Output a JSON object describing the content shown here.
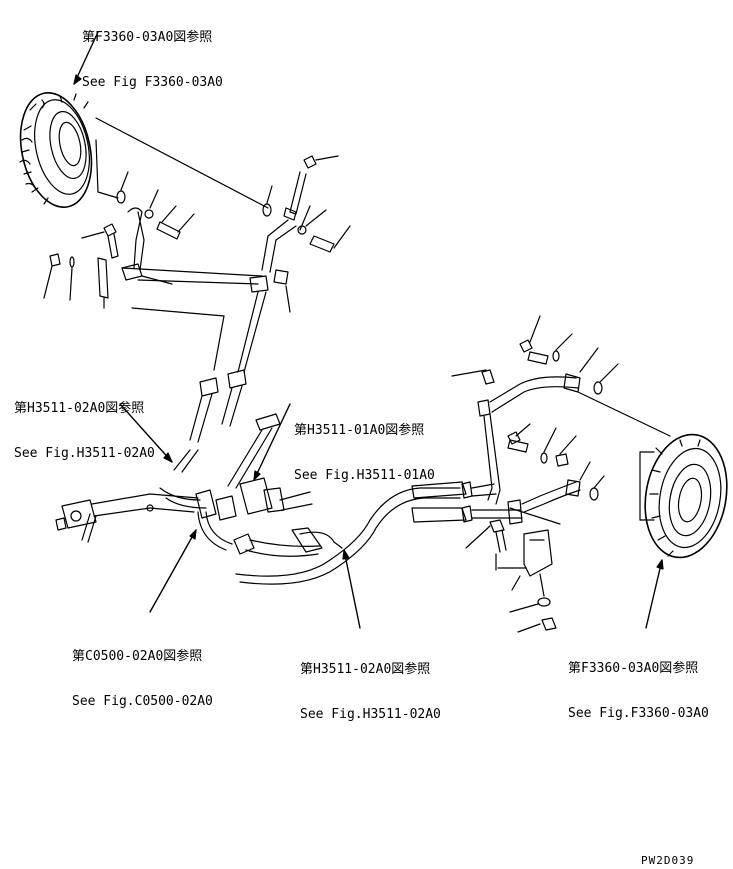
{
  "references": {
    "top": {
      "jp": "第F3360-03A0図参照",
      "en": "See Fig F3360-03A0"
    },
    "left_hose": {
      "jp": "第H3511-02A0図参照",
      "en": "See Fig.H3511-02A0"
    },
    "center": {
      "jp": "第H3511-01A0図参照",
      "en": "See Fig.H3511-01A0"
    },
    "bottom_left": {
      "jp": "第C0500-02A0図参照",
      "en": "See Fig.C0500-02A0"
    },
    "bottom_center": {
      "jp": "第H3511-02A0図参照",
      "en": "See Fig.H3511-02A0"
    },
    "bottom_right": {
      "jp": "第F3360-03A0図参照",
      "en": "See Fig.F3360-03A0"
    }
  },
  "drawing_code": "PW2D039"
}
